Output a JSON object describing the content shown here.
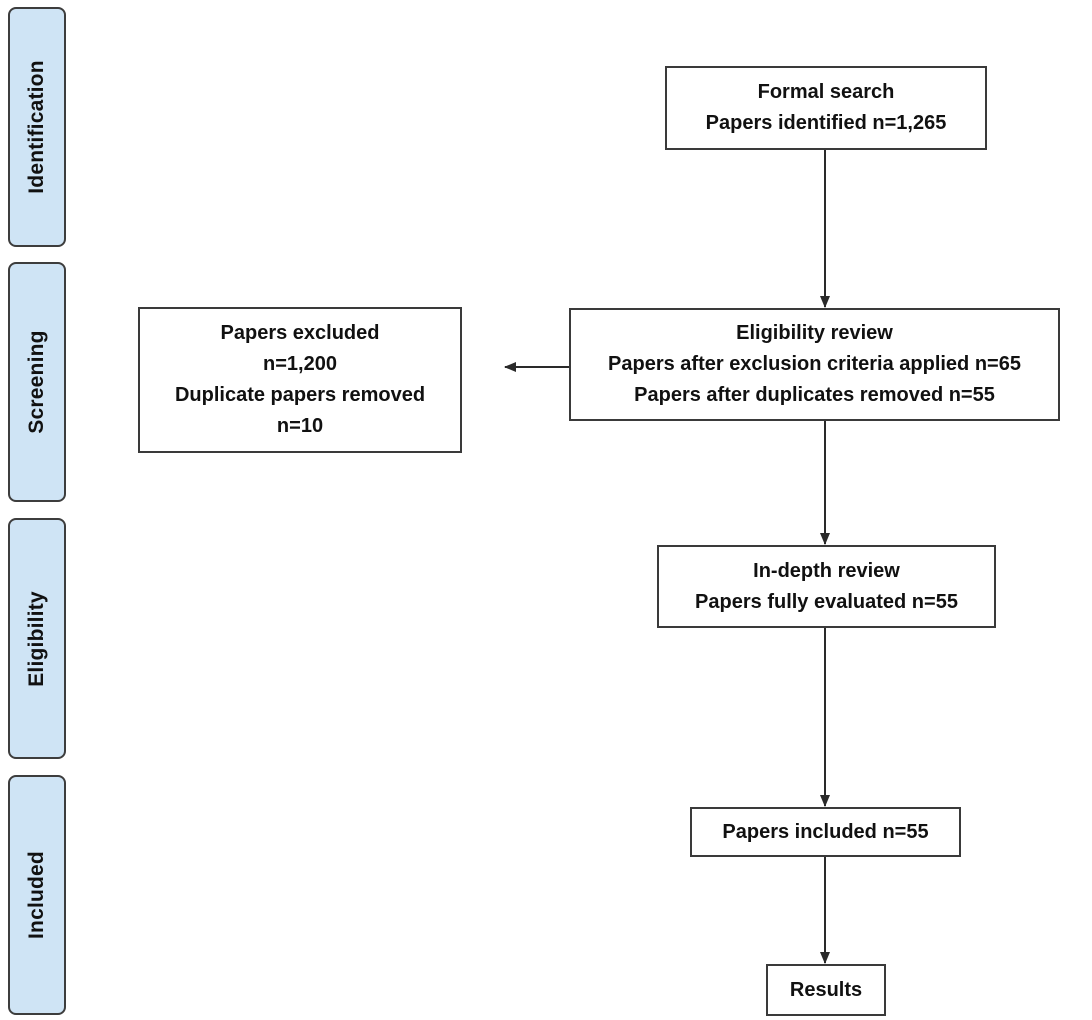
{
  "stages": [
    {
      "label": "Identification"
    },
    {
      "label": "Screening"
    },
    {
      "label": "Eligibility"
    },
    {
      "label": "Included"
    }
  ],
  "boxes": {
    "formal_search": {
      "title": "Formal search",
      "line1": "Papers identified n=1,265"
    },
    "eligibility_review": {
      "title": "Eligibility review",
      "line1": "Papers after exclusion criteria applied n=65",
      "line2": "Papers after duplicates removed n=55"
    },
    "excluded": {
      "title": "Papers excluded",
      "line1": "n=1,200",
      "line2": "Duplicate papers removed",
      "line3": "n=10"
    },
    "indepth_review": {
      "title": "In-depth review",
      "line1": "Papers fully evaluated n=55"
    },
    "included": {
      "title": "Papers included n=55"
    },
    "results": {
      "title": "Results"
    }
  },
  "colors": {
    "stage_fill": "#cfe4f5",
    "border": "#3a3a3a",
    "arrow": "#2a2a2a"
  }
}
